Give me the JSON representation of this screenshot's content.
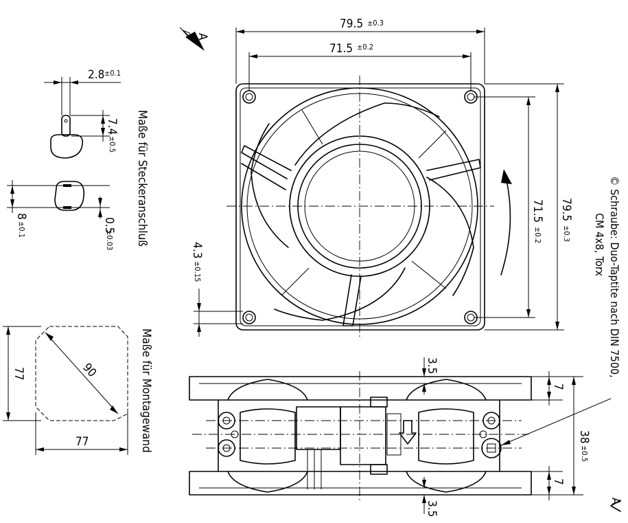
{
  "dims": {
    "top_outer": {
      "value": "79.5",
      "tol": "±0.3"
    },
    "top_inner": {
      "value": "71.5",
      "tol": "±0.2"
    },
    "right_inner": {
      "value": "71.5",
      "tol": "±0.2"
    },
    "right_outer": {
      "value": "79.5",
      "tol": "±0.3"
    },
    "hole": {
      "value": "4.3",
      "tol": "±0.15"
    },
    "pin_width": {
      "value": "2.8",
      "tol": "±0.1"
    },
    "pin_height": {
      "value": "7.4",
      "tol": "±0.5"
    },
    "pin_space": {
      "value": "8",
      "tol": "±0.1"
    },
    "pin_thick": {
      "value": "0.5",
      "tol": "±0.03"
    },
    "cutout_h": {
      "value": "77"
    },
    "cutout_w": {
      "value": "77"
    },
    "cutout_diag": {
      "value": "90"
    },
    "side_top": {
      "value": "3.5"
    },
    "side_bottom": {
      "value": "3.5"
    },
    "side_flange_top": {
      "value": "7"
    },
    "side_flange_bottom": {
      "value": "7"
    },
    "depth": {
      "value": "38",
      "tol": "±0.5"
    }
  },
  "labels": {
    "section_top": "A",
    "section_bottom": "A",
    "connector_title": "Maße für Steckeranschluß",
    "mount_title": "Maße für Montagewand",
    "screw_line1": "© Schraube: Duo-Taptite nach DIN 7500,",
    "screw_line2": "CM 4x8, Torx"
  }
}
